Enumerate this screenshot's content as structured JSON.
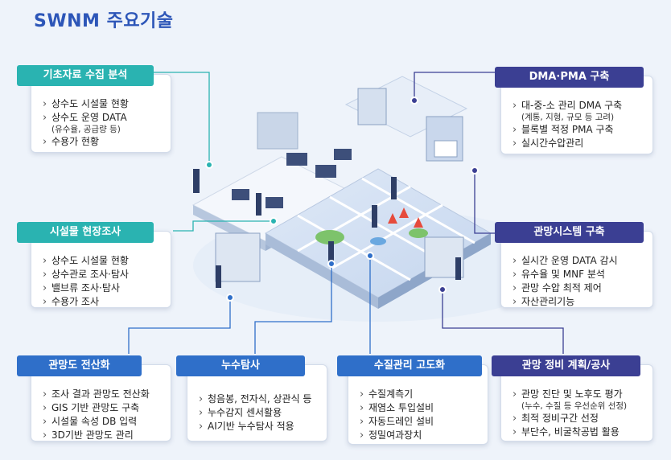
{
  "page_title": "SWNM 주요기술",
  "colors": {
    "teal": "#2ab3b1",
    "blue": "#2f6fc9",
    "navy": "#3b3f93"
  },
  "cards": {
    "basic_data": {
      "title": "기초자료 수집 분석",
      "items": [
        "상수도 시설물 현황",
        "상수도 운영 DATA",
        "수용가 현황"
      ],
      "item2_sub": "(유수율, 공급량 등)"
    },
    "field_survey": {
      "title": "시설물 현장조사",
      "items": [
        "상수도 시설물 현황",
        "상수관로 조사·탐사",
        "밸브류 조사·탐사",
        "수용가 조사"
      ]
    },
    "pipe_mapping": {
      "title": "관망도 전산화",
      "items": [
        "조사 결과 관망도 전산화",
        "GIS 기반 관망도 구축",
        "시설물 속성 DB 입력",
        "3D기반 관망도 관리"
      ]
    },
    "leak_detection": {
      "title": "누수탐사",
      "items": [
        "청음봉, 전자식, 상관식 등",
        "누수감지 센서활용",
        "AI기반 누수탐사 적용"
      ]
    },
    "water_quality": {
      "title": "수질관리 고도화",
      "items": [
        "수질계측기",
        "재염소 투입설비",
        "자동드레인 설비",
        "정밀여과장치"
      ]
    },
    "pipe_maintenance": {
      "title": "관망 정비 계획/공사",
      "items": [
        "관망 진단 및 노후도 평가",
        "최적 정비구간 선정",
        "부단수, 비굴착공법 활용"
      ],
      "item1_sub": "(누수, 수질 등 우선순위 선정)"
    },
    "dma_pma": {
      "title": "DMA·PMA 구축",
      "items": [
        "대-중-소 관리 DMA 구축",
        "블록별 적정 PMA 구축",
        "실시간수압관리"
      ],
      "item1_sub": "(계통, 지형, 규모 등 고려)"
    },
    "network_system": {
      "title": "관망시스템 구축",
      "items": [
        "실시간 운영 DATA 감시",
        "유수율 및 MNF 분석",
        "관망 수압 최적 제어",
        "자산관리기능"
      ]
    }
  }
}
